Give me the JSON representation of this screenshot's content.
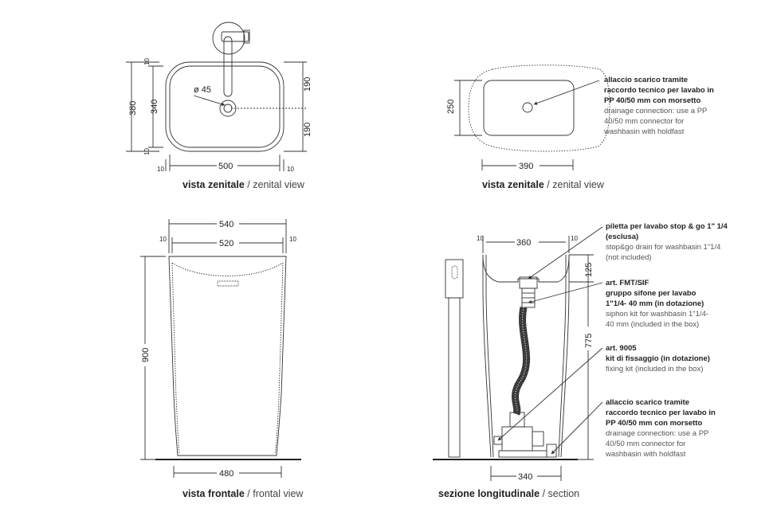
{
  "views": {
    "top_left": {
      "caption_main": "vista zenitale",
      "caption_sep": " / ",
      "caption_alt": "zenital view",
      "dims": {
        "total_depth": "380",
        "inner_depth": "340",
        "edge_top": "10",
        "edge_bottom": "10",
        "half_top": "190",
        "half_bottom": "190",
        "width": "500",
        "edge_left": "10",
        "edge_right": "10",
        "hole": "ø 45"
      }
    },
    "top_right": {
      "caption_main": "vista zenitale",
      "caption_sep": " / ",
      "caption_alt": "zenital view",
      "dims": {
        "depth": "250",
        "width": "390"
      },
      "note": {
        "bold": [
          "allaccio scarico tramite",
          "raccordo tecnico per lavabo in",
          "PP 40/50 mm con morsetto"
        ],
        "regular": [
          "drainage connection: use a PP",
          "40/50 mm connector for",
          "washbasin with holdfast"
        ]
      }
    },
    "front": {
      "caption_main": "vista frontale",
      "caption_sep": " / ",
      "caption_alt": "frontal view",
      "dims": {
        "outer_width": "540",
        "inner_width": "520",
        "edge_left": "10",
        "edge_right": "10",
        "height": "900",
        "base_width": "480"
      }
    },
    "section": {
      "caption_main": "sezione longitudinale",
      "caption_sep": " / ",
      "caption_alt": "section",
      "dims": {
        "top_width": "360",
        "edge": "10",
        "edge_right": "10",
        "upper": "125",
        "lower": "775",
        "base_width": "340"
      },
      "notes": [
        {
          "bold": [
            "piletta per lavabo stop & go 1\" 1/4",
            "(esclusa)"
          ],
          "regular": [
            "stop&go drain for washbasin 1\"1/4",
            "(not included)"
          ]
        },
        {
          "bold": [
            "art. FMT/SIF",
            "gruppo sifone per lavabo",
            "1\"1/4- 40 mm (in dotazione)"
          ],
          "regular": [
            "siphon kit for washbasin 1\"1/4-",
            "40 mm (included in the box)"
          ]
        },
        {
          "bold": [
            "art. 9005",
            "kit di fissaggio (in dotazione)"
          ],
          "regular": [
            "fixing kit (included in the box)"
          ]
        },
        {
          "bold": [
            "allaccio scarico tramite",
            "raccordo tecnico per lavabo in",
            "PP 40/50 mm con morsetto"
          ],
          "regular": [
            "drainage connection: use a PP",
            "40/50 mm connector for",
            "washbasin with holdfast"
          ]
        }
      ]
    }
  }
}
